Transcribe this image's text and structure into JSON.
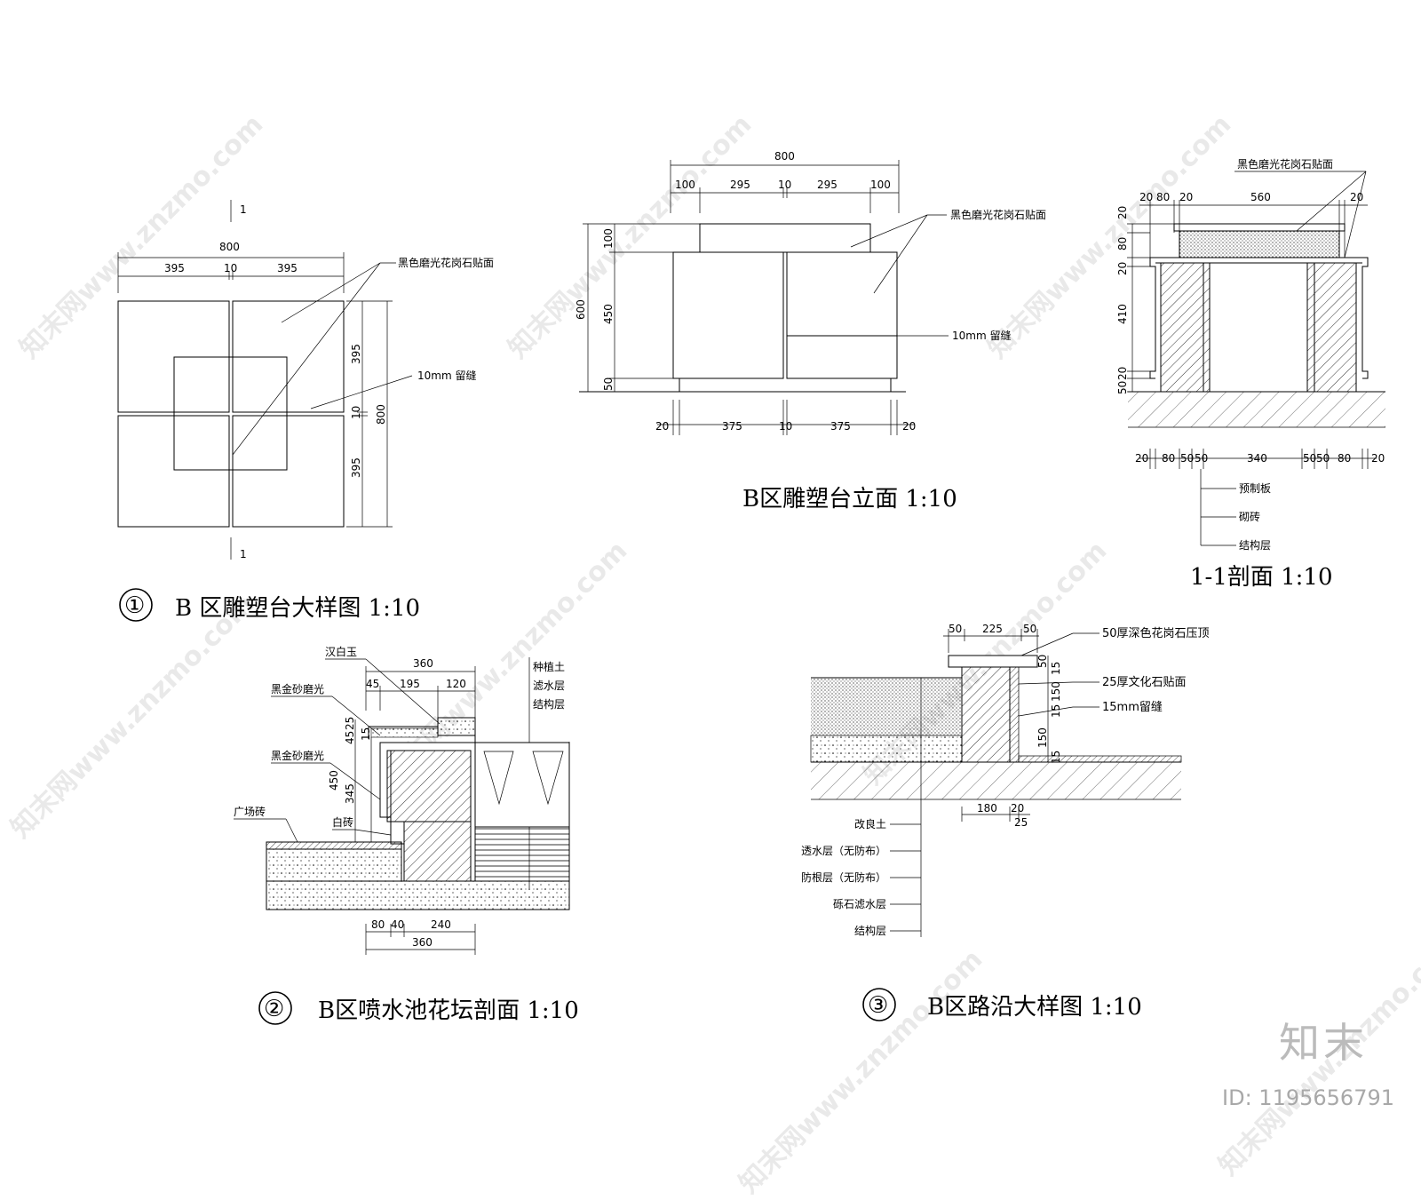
{
  "watermark": {
    "site": "知末网www.znzmo.com",
    "brand": "知末",
    "id": "ID: 1195656791"
  },
  "plan": {
    "title": "B 区雕塑台大样图   1:10",
    "num": "①",
    "sec_mark": "1",
    "dim_total": "800",
    "dim_a": "395",
    "dim_b": "10",
    "dim_c": "395",
    "note_stone": "黑色磨光花岗石贴面",
    "note_joint": "10mm 留缝"
  },
  "elev": {
    "title": "B区雕塑台立面   1:10",
    "dim_total": "800",
    "top_dims": [
      "100",
      "295",
      "10",
      "295",
      "100"
    ],
    "left_total": "600",
    "left_dims": [
      "100",
      "450",
      "50"
    ],
    "bot_dims": [
      "20",
      "375",
      "10",
      "375",
      "20"
    ],
    "note_stone": "黑色磨光花岗石贴面",
    "note_joint": "10mm 留缝"
  },
  "sect11": {
    "title": "1-1剖面   1:10",
    "note_stone": "黑色磨光花岗石贴面",
    "top_dims": [
      "20",
      "80",
      "20",
      "560",
      "20"
    ],
    "left_dims": [
      "20",
      "80",
      "20",
      "410",
      "20",
      "50"
    ],
    "bot_dims": [
      "20",
      "80",
      "50",
      "50",
      "340",
      "50",
      "50",
      "80",
      "20"
    ],
    "layers": [
      "预制板",
      "砌砖",
      "结构层"
    ]
  },
  "fountain": {
    "num": "②",
    "title": "B区喷水池花坛剖面   1:10",
    "labels": [
      "汉白玉",
      "黑金砂磨光",
      "黑金砂磨光",
      "广场砖",
      "白砖"
    ],
    "right_labels": [
      "种植土",
      "滤水层",
      "结构层"
    ],
    "top_dims": [
      "360",
      "45",
      "195",
      "120"
    ],
    "left_dims": [
      "25",
      "45",
      "15",
      "450",
      "345"
    ],
    "bot_dims": [
      "80",
      "40",
      "240",
      "360"
    ]
  },
  "curb": {
    "num": "③",
    "title": "B区路沿大样图   1:10",
    "top_dims": [
      "50",
      "225",
      "50"
    ],
    "right_dims": [
      "50",
      "15",
      "150",
      "15",
      "150",
      "15"
    ],
    "bot_dims": [
      "180",
      "20",
      "25"
    ],
    "notes": [
      "50厚深色花岗石压顶",
      "25厚文化石贴面",
      "15mm留缝"
    ],
    "layers": [
      "改良土",
      "透水层（无防布）",
      "防根层（无防布）",
      "砾石滤水层",
      "结构层"
    ]
  }
}
